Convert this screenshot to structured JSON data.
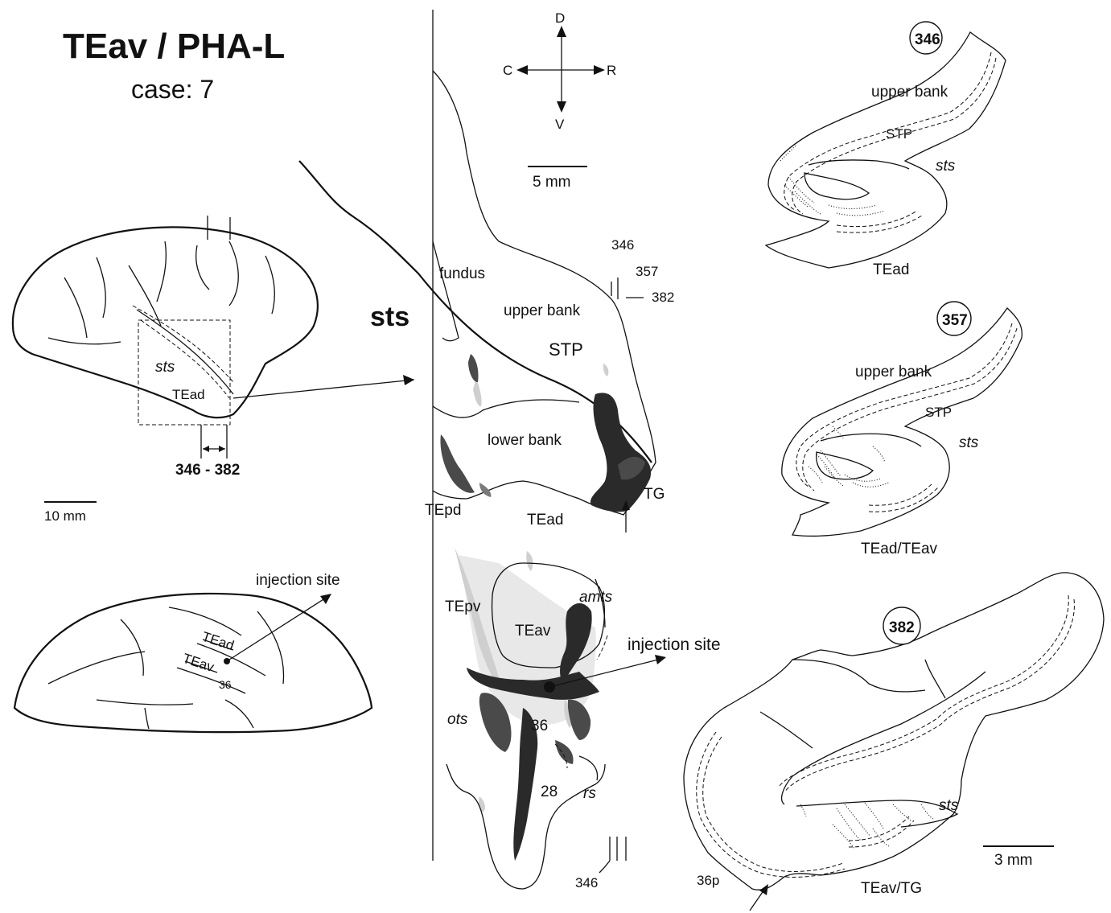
{
  "figure": {
    "title": "TEav / PHA-L",
    "case_label": "case: 7"
  },
  "lateral_view": {
    "sts_label": "sts",
    "tead_label": "TEad",
    "range_label": "346 - 382",
    "scale_label": "10 mm"
  },
  "ventral_view": {
    "injection_label": "injection site",
    "tead_label": "TEad",
    "teav_label": "TEav",
    "area36_label": "36"
  },
  "orientation": {
    "dorsal": "D",
    "ventral": "V",
    "caudal": "C",
    "rostral": "R"
  },
  "flatmap": {
    "scale_label": "5 mm",
    "sts_big_label": "sts",
    "section_346": "346",
    "section_357": "357",
    "section_382": "382",
    "fundus": "fundus",
    "upper_bank": "upper bank",
    "stp": "STP",
    "lower_bank": "lower bank",
    "tepd": "TEpd",
    "tead": "TEad",
    "tg": "TG",
    "tepv": "TEpv",
    "amts": "amts",
    "teav": "TEav",
    "injection_label": "injection site",
    "ots": "ots",
    "area36": "36",
    "area28": "28",
    "rs": "rs",
    "bottom_section": "346"
  },
  "sections": [
    {
      "number": "346",
      "upper_bank": "upper bank",
      "stp": "STP",
      "sts": "sts",
      "area": "TEad"
    },
    {
      "number": "357",
      "upper_bank": "upper bank",
      "stp": "STP",
      "sts": "sts",
      "area": "TEad/TEav"
    },
    {
      "number": "382",
      "sts": "sts",
      "scale": "3 mm",
      "area": "TEav/TG",
      "area36p": "36p"
    }
  ],
  "colors": {
    "ink": "#111111",
    "label_dense": "#2a2a2a",
    "label_medium": "#4a4a4a",
    "label_light": "#cfcfcf"
  }
}
